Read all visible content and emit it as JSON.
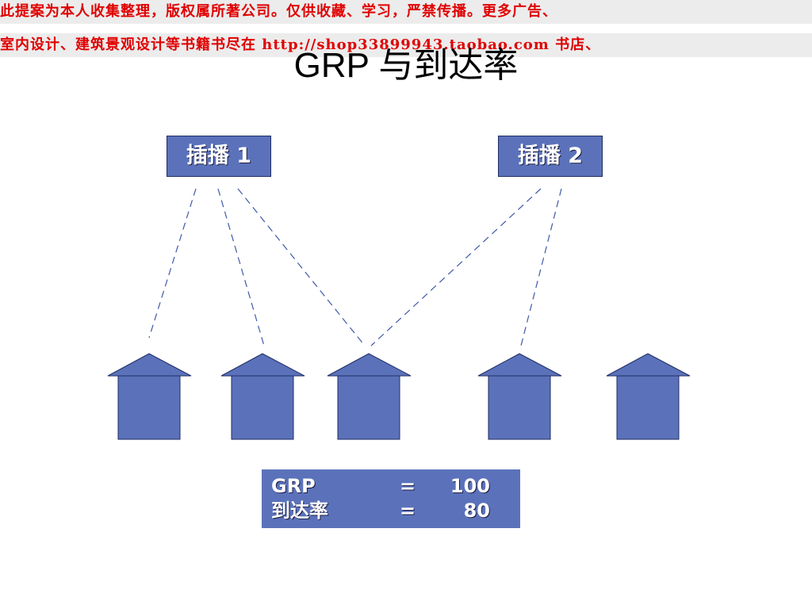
{
  "banner": {
    "line1": "此提案为本人收集整理，版权属所著公司。仅供收藏、学习，严禁传播。更多广告、",
    "line2": "室内设计、建筑景观设计等书籍书尽在 http://shop33899943.taobao.com 书店、"
  },
  "title": "GRP 与到达率",
  "ads": {
    "ad1_label": "插播 1",
    "ad2_label": "插播 2"
  },
  "houses_count": 5,
  "summary": {
    "grp_label": "GRP",
    "grp_eq": "=",
    "grp_value": "100",
    "reach_label": "到达率",
    "reach_eq": "=",
    "reach_value": "80"
  },
  "colors": {
    "box_fill": "#5b72bb",
    "line": "#3f59a9",
    "banner_text": "#e00000"
  }
}
